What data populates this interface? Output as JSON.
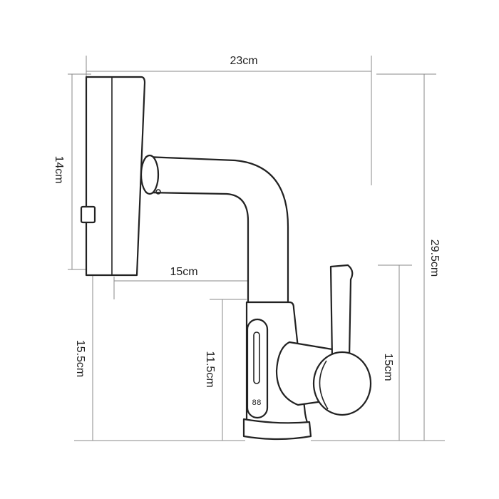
{
  "dimensions": {
    "total_width": "23cm",
    "head_height": "14cm",
    "spout_reach": "15cm",
    "spout_clearance": "15.5cm",
    "body_height": "11.5cm",
    "handle_height": "15cm",
    "total_height": "29.5cm"
  },
  "display_digits": "88"
}
